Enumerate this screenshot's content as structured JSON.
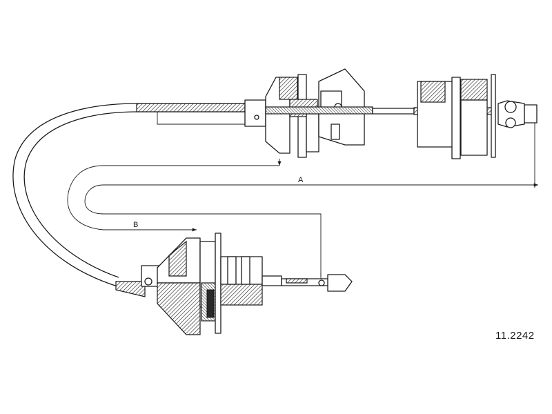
{
  "diagram": {
    "part_number": "11.2242",
    "dimension_labels": {
      "a": "A",
      "b": "B"
    }
  }
}
